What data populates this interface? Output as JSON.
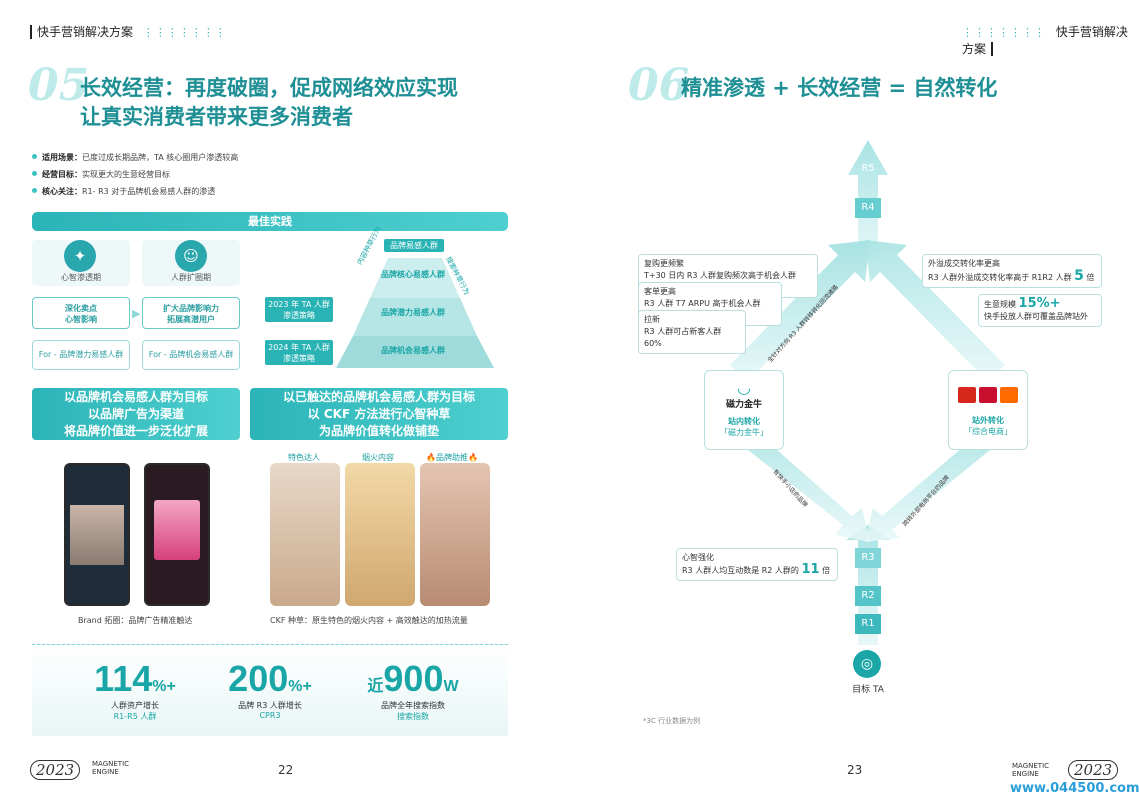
{
  "header_left": "快手营销解决方案",
  "header_right": "快手营销解决方案",
  "dots": "⋮⋮⋮⋮⋮⋮⋮",
  "left": {
    "num": "05",
    "title1": "长效经营：再度破圈，促成网络效应实现",
    "title2": "让真实消费者带来更多消费者",
    "bullets": [
      {
        "k": "适用场景：",
        "v": "已度过成长期品牌，TA 核心圈用户渗透较高"
      },
      {
        "k": "经营目标：",
        "v": "实现更大的生意经营目标"
      },
      {
        "k": "核心关注：",
        "v": "R1- R3 对于品牌机会易感人群的渗透"
      }
    ],
    "best": "最佳实践",
    "col1_label": "心智渗透期",
    "col2_label": "人群扩圈期",
    "col1_box": "深化卖点\n心智影响",
    "col2_box": "扩大品牌影响力\n拓展高潜用户",
    "col1_for": "For - 品牌潜力易感人群",
    "col2_for": "For - 品牌机会易感人群",
    "pyr_top": "品牌易感人群",
    "pyr": [
      "品牌核心易感人群",
      "品牌潜力易感人群",
      "品牌机会易感人群"
    ],
    "side_l": "内容种草行为",
    "side_r": "搜索种草行为",
    "y2023": "2023 年 TA 人群\n渗透策略",
    "y2024": "2024 年 TA 人群\n渗透策略",
    "band_l": "以品牌机会易感人群为目标\n以品牌广告为渠道\n将品牌价值进一步泛化扩展",
    "band_r": "以已触达的品牌机会易感人群为目标\n以 CKF 方法进行心智种草\n为品牌价值转化做铺垫",
    "photo_tags": [
      "特色达人",
      "烟火内容",
      "🔥品牌助推🔥"
    ],
    "cap_l": "Brand 拓圈：品牌广告精准触达",
    "cap_r": "CKF 种草：原生特色的烟火内容 + 高效触达的加热流量",
    "stats": [
      {
        "num": "114",
        "unit": "%+",
        "pre": "",
        "l1": "人群资产增长",
        "l2": "R1-R5 人群"
      },
      {
        "num": "200",
        "unit": "%+",
        "pre": "",
        "l1": "品牌 R3 人群增长",
        "l2": "CPR3"
      },
      {
        "num": "900",
        "unit": "W",
        "pre": "近",
        "l1": "品牌全年搜索指数",
        "l2": "搜索指数"
      }
    ],
    "page": "22",
    "logo": "2023",
    "engine": "MAGNETIC\nENGINE"
  },
  "right": {
    "num": "06",
    "title": "精准渗透 + 长效经营 = 自然转化",
    "r5": "R5",
    "r4": "R4",
    "r3": "R3",
    "r2": "R2",
    "r1": "R1",
    "box1": {
      "t": "复购更频繁",
      "d": "T+30 日内 R3 人群复购频次高于机会人群 10%"
    },
    "box2": {
      "t": "客单更高",
      "d": "R3 人群 T7 ARPU 高于机会人群 15%"
    },
    "box3": {
      "t": "拉新",
      "d": "R3 人群可占新客人群 60%"
    },
    "box4": {
      "t": "外溢成交转化率更高",
      "d": "R3 人群外溢成交转化率高于 R1R2 人群",
      "n": "5",
      "u": "倍"
    },
    "box5": {
      "t": "生意规模",
      "n": "15%+",
      "d": "快手投放人群可覆盖品牌站外"
    },
    "box6": {
      "t": "心智强化",
      "d": "R3 人群人均互动数是 R2 人群的",
      "n": "11",
      "u": "倍"
    },
    "arrow_a": "全针对方向 R3 人群转移转化回流通路",
    "arrow_b": "有快手小店的品牌",
    "arrow_c": "跨转外部电商平台的品牌",
    "in_title": "磁力金牛",
    "in_l1": "站内转化",
    "in_l2": "「磁力金牛」",
    "out_l1": "站外转化",
    "out_l2": "「综合电商」",
    "target": "目标 TA",
    "foot_note": "*3C 行业数据为例",
    "page": "23",
    "logo": "2023",
    "engine": "MAGNETIC\nENGINE",
    "watermark": "www.044500.com"
  }
}
